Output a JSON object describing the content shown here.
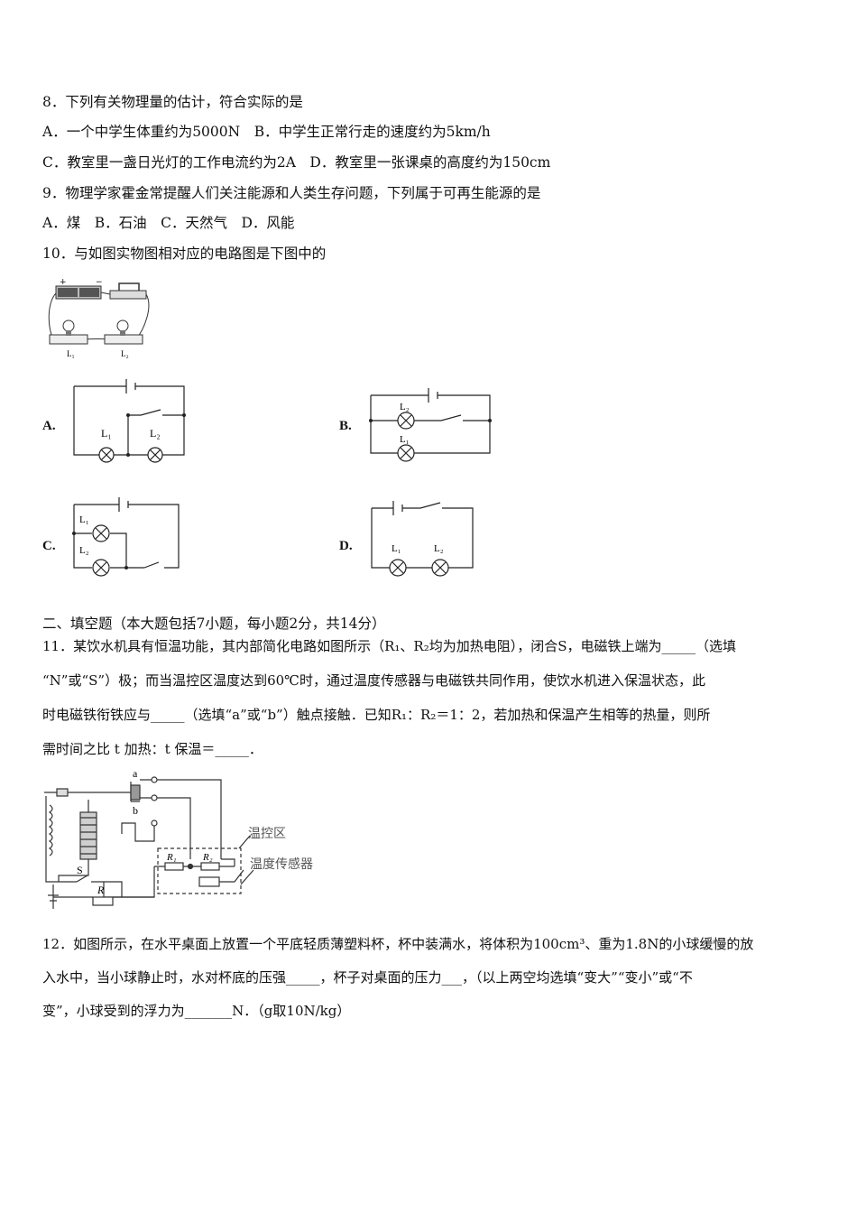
{
  "q8": {
    "stem": "8．下列有关物理量的估计，符合实际的是",
    "line_ab": "A．一个中学生体重约为5000N　B．中学生正常行走的速度约为5km/h",
    "line_cd": "C．教室里一盏日光灯的工作电流约为2A　D．教室里一张课桌的高度约为150cm"
  },
  "q9": {
    "stem": "9．物理学家霍金常提醒人们关注能源和人类生存问题，下列属于可再生能源的是",
    "options": "A．煤　B．石油　C．天然气　D．风能"
  },
  "q10": {
    "stem": "10．与如图实物图相对应的电路图是下图中的",
    "photo_labels": {
      "plus": "+",
      "minus": "−",
      "l1": "L₁",
      "l2": "L₂"
    },
    "options": [
      {
        "label": "A.",
        "lamp1": "L₁",
        "lamp2": "L₂"
      },
      {
        "label": "B.",
        "lamp1": "L₂",
        "lamp2": "L₁"
      },
      {
        "label": "C.",
        "lamp1": "L₁",
        "lamp2": "L₂"
      },
      {
        "label": "D.",
        "lamp1": "L₁",
        "lamp2": "L₂"
      }
    ]
  },
  "section2": {
    "title": "二、填空题（本大题包括7小题，每小题2分，共14分）"
  },
  "q11": {
    "line1": "11．某饮水机具有恒温功能，其内部简化电路如图所示（R₁、R₂均为加热电阻），闭合S，电磁铁上端为_____（选填",
    "line2": "“N”或“S”）极；而当温控区温度达到60℃时，通过温度传感器与电磁铁共同作用，使饮水机进入保温状态，此",
    "line3": "时电磁铁衔铁应与_____（选填“a”或“b”）触点接触．已知R₁：R₂＝1：2，若加热和保温产生相等的热量，则所",
    "line4": "需时间之比 t 加热：t 保温＝_____．",
    "figure": {
      "a": "a",
      "b": "b",
      "s": "S",
      "r": "R",
      "r1": "R₁",
      "r2": "R₂",
      "zone": "温控区",
      "sensor": "温度传感器"
    }
  },
  "q12": {
    "line1": "12．如图所示，在水平桌面上放置一个平底轻质薄塑料杯，杯中装满水，将体积为100cm³、重为1.8N的小球缓慢的放",
    "line2": "入水中，当小球静止时，水对杯底的压强_____，杯子对桌面的压力___，（以上两空均选填“变大”“变小”或“不",
    "line3": "变”，小球受到的浮力为_______N．（g取10N/kg）"
  }
}
